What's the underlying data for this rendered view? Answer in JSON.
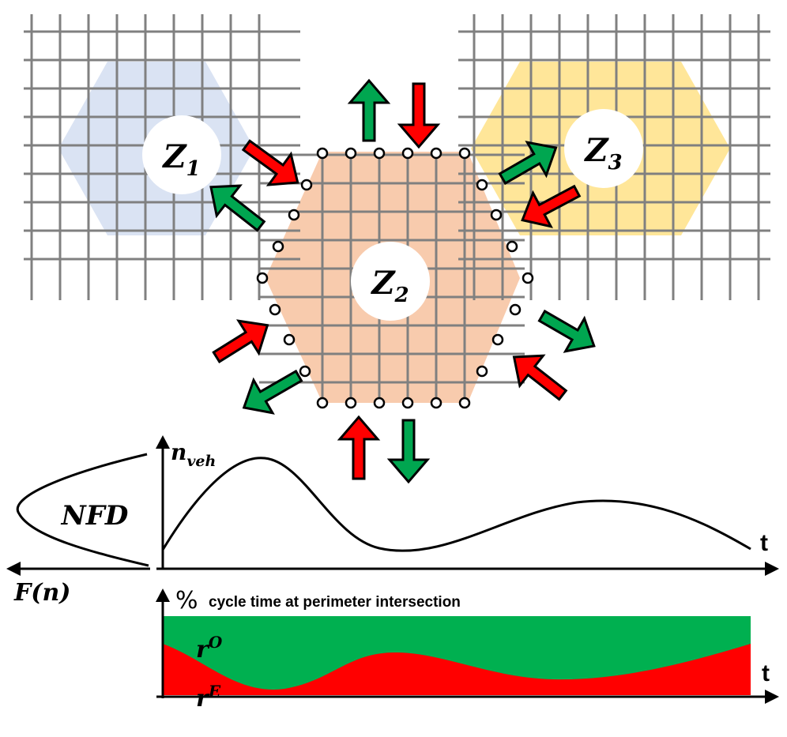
{
  "zones": {
    "z1": {
      "label": "Z",
      "sub": "1",
      "color": "#dae3f3"
    },
    "z2": {
      "label": "Z",
      "sub": "2",
      "color": "#f8cbad"
    },
    "z3": {
      "label": "Z",
      "sub": "3",
      "color": "#ffe699"
    }
  },
  "colors": {
    "grid": "#808080",
    "outflow": "#00a650",
    "inflow": "#ff0000",
    "flow_stroke": "#000000",
    "green_band": "#00b050",
    "red_band": "#ff0000"
  },
  "top_plot": {
    "y_label": "n",
    "y_label_sub": "veh",
    "x_label": "t",
    "nfd_label": "NFD",
    "f_axis_label": "F(n)"
  },
  "bottom_plot": {
    "y_prefix": "%",
    "title": "cycle time at perimeter intersection",
    "x_label": "t",
    "r_o_label": "r",
    "r_o_sup": "O",
    "r_e_label": "r",
    "r_e_sup": "E"
  }
}
